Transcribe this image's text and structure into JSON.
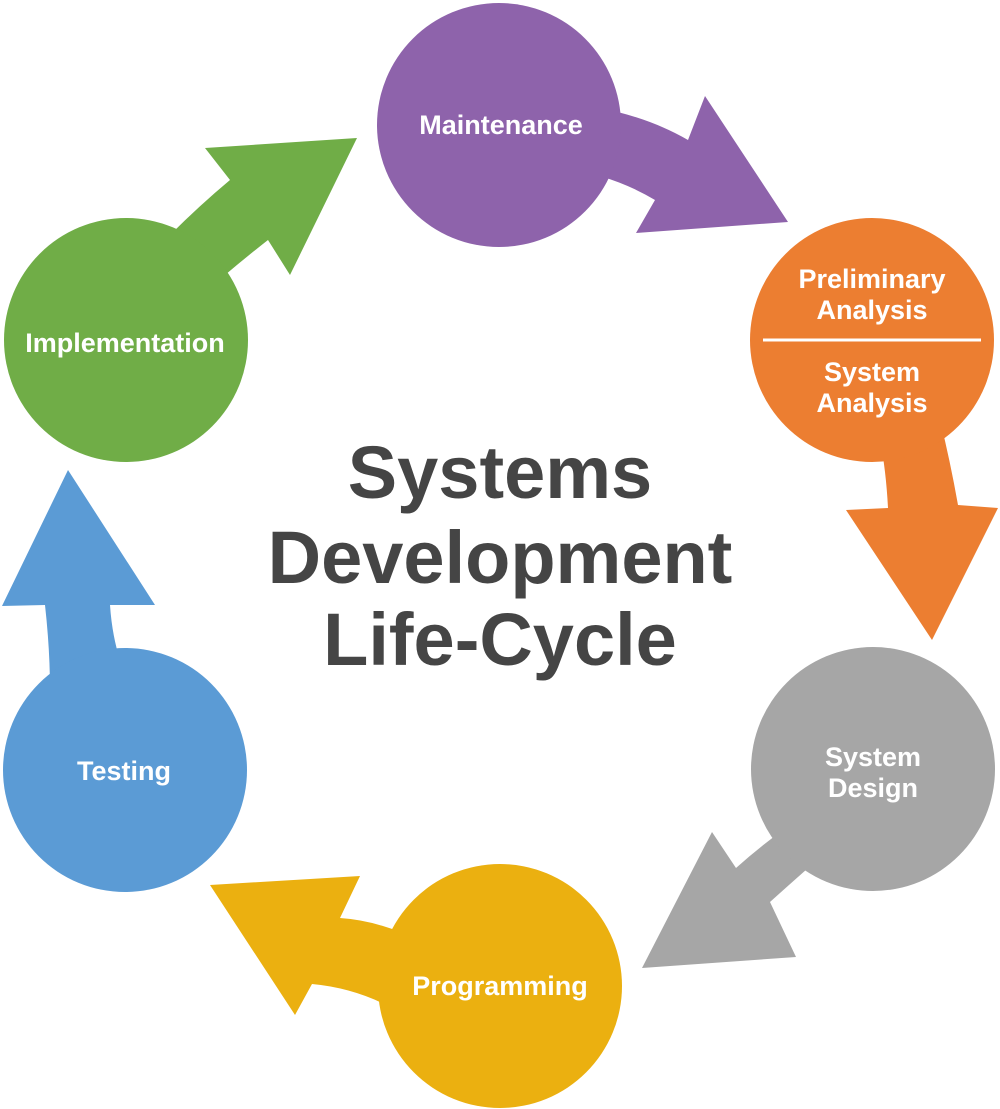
{
  "title": {
    "lines": [
      "Systems",
      "Development",
      "Life-Cycle"
    ]
  },
  "stages": {
    "maintenance": {
      "label": "Maintenance",
      "color": "#8E63AB"
    },
    "analysis": {
      "label_top_1": "Preliminary",
      "label_top_2": "Analysis",
      "label_bottom_1": "System",
      "label_bottom_2": "Analysis",
      "color": "#EC7E31"
    },
    "design": {
      "label_1": "System",
      "label_2": "Design",
      "color": "#A6A6A6"
    },
    "programming": {
      "label": "Programming",
      "color": "#EBB010"
    },
    "testing": {
      "label": "Testing",
      "color": "#5B9BD5"
    },
    "implementation": {
      "label": "Implementation",
      "color": "#70AD47"
    }
  }
}
